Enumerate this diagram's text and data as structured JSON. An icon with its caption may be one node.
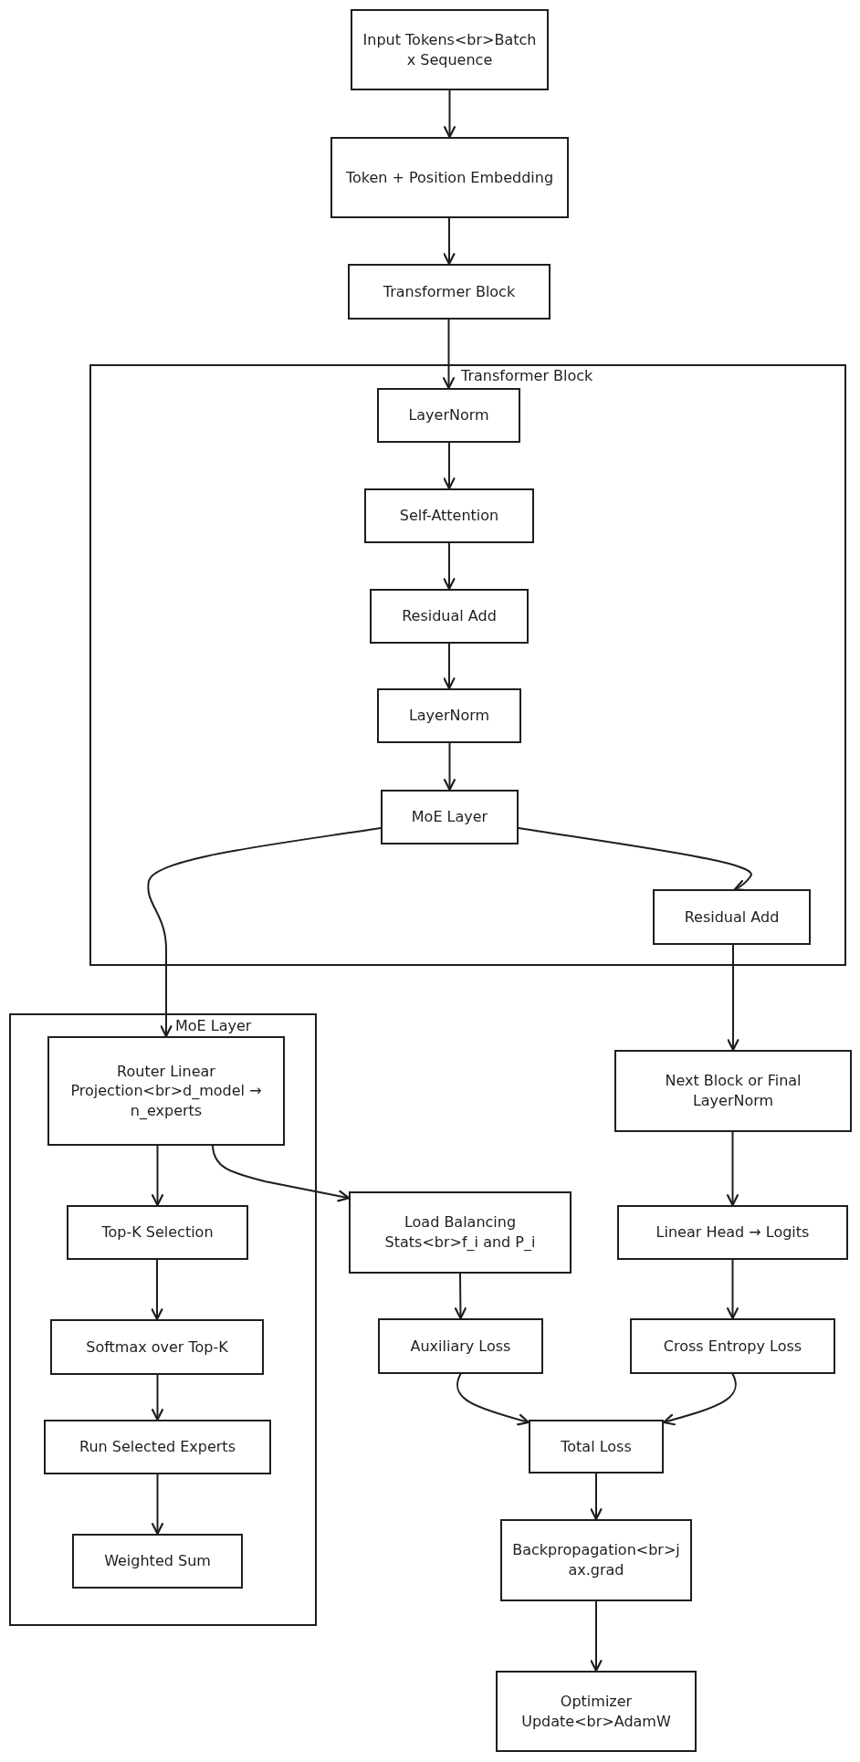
{
  "diagram": {
    "nodes": [
      {
        "text": [
          "Input Tokens<br>Batch x Sequence"
        ]
      },
      {
        "text": [
          "Token + Position Embedding"
        ]
      },
      {
        "text": [
          "Transformer Block"
        ]
      },
      {
        "text": [
          "Transformer Block"
        ]
      },
      {
        "text": [
          "LayerNorm"
        ],
        "in": 3
      },
      {
        "text": [
          "Self-Attention"
        ],
        "in": 3
      },
      {
        "text": [
          "Residual Add"
        ],
        "in": 3
      },
      {
        "text": [
          "LayerNorm"
        ],
        "in": 3
      },
      {
        "text": [
          "MoE Layer"
        ],
        "in": 3
      },
      {
        "text": [
          "Residual Add"
        ],
        "in": 3
      },
      {
        "text": [
          "MoE Layer"
        ]
      },
      {
        "text": [
          "Router Linear Projection<br>d_model → n_experts"
        ],
        "in": 10
      },
      {
        "text": [
          "Top-K Selection"
        ],
        "in": 10
      },
      {
        "text": [
          "Softmax over Top-K"
        ],
        "in": 10
      },
      {
        "text": [
          "Run Selected Experts"
        ],
        "in": 10
      },
      {
        "text": [
          "Weighted Sum"
        ],
        "in": 10
      },
      {
        "text": [
          "Next Block or Final LayerNorm"
        ]
      },
      {
        "text": [
          "Load Balancing Stats<br>f_i and P_i"
        ]
      },
      {
        "text": [
          "Linear Head → Logits"
        ]
      },
      {
        "text": [
          "Auxiliary Loss"
        ]
      },
      {
        "text": [
          "Cross Entropy Loss"
        ]
      },
      {
        "text": [
          "Total Loss"
        ]
      },
      {
        "text": [
          "Backpropagation<br>jax.grad"
        ]
      },
      {
        "text": [
          "Optimizer Update<br>AdamW"
        ]
      }
    ],
    "edges": [
      {
        "from": 0,
        "to": 1,
        "arrow": "to"
      },
      {
        "from": 1,
        "to": 2,
        "arrow": "to"
      },
      {
        "from": 2,
        "to": 4,
        "arrow": "to"
      },
      {
        "from": 4,
        "to": 5,
        "arrow": "to"
      },
      {
        "from": 5,
        "to": 6,
        "arrow": "to"
      },
      {
        "from": 6,
        "to": 7,
        "arrow": "to"
      },
      {
        "from": 7,
        "to": 8,
        "arrow": "to"
      },
      {
        "from": 8,
        "to": 11,
        "arrow": "to"
      },
      {
        "from": 8,
        "to": 9,
        "arrow": "to"
      },
      {
        "from": 9,
        "to": 16,
        "arrow": "to"
      },
      {
        "from": 11,
        "to": 12,
        "arrow": "to"
      },
      {
        "from": 11,
        "to": 17,
        "arrow": "to"
      },
      {
        "from": 12,
        "to": 13,
        "arrow": "to"
      },
      {
        "from": 13,
        "to": 14,
        "arrow": "to"
      },
      {
        "from": 14,
        "to": 15,
        "arrow": "to"
      },
      {
        "from": 16,
        "to": 18,
        "arrow": "to"
      },
      {
        "from": 18,
        "to": 20,
        "arrow": "to"
      },
      {
        "from": 17,
        "to": 19,
        "arrow": "to"
      },
      {
        "from": 19,
        "to": 21,
        "arrow": "to"
      },
      {
        "from": 20,
        "to": 21,
        "arrow": "to"
      },
      {
        "from": 21,
        "to": 22,
        "arrow": "to"
      },
      {
        "from": 22,
        "to": 23,
        "arrow": "to"
      }
    ]
  }
}
